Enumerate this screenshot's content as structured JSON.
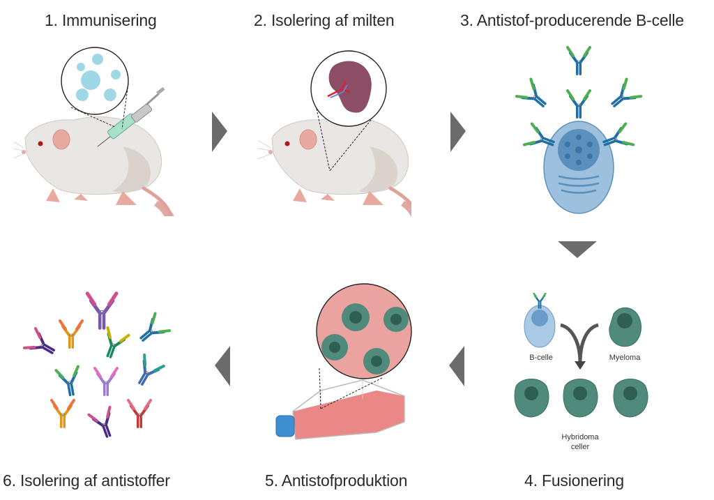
{
  "colors": {
    "arrow": "#6b6b6b",
    "mouse_body": "#e9e6e3",
    "mouse_pink": "#e8a9a0",
    "b_cell": "#9cc0dd",
    "b_cell_nucleus": "#5b8fbc",
    "myeloma": "#4f8a7c",
    "flask_medium": "#e87b7b",
    "flask_cap": "#3d8fd1",
    "zoom_bg_red": "#eba3a0"
  },
  "steps": [
    {
      "number": "1.",
      "label": "1.  Immunisering"
    },
    {
      "number": "2.",
      "label": "2. Isolering af milten"
    },
    {
      "number": "3.",
      "label": "3. Antistof-producerende B-celle"
    },
    {
      "number": "4.",
      "label": "4. Fusionering"
    },
    {
      "number": "5.",
      "label": "5. Antistofproduktion"
    },
    {
      "number": "6.",
      "label": "6. Isolering af antistoffer"
    }
  ],
  "fusion": {
    "b_cell_label": "B-celle",
    "myeloma_label": "Myeloma",
    "hybridoma_label_line1": "Hybridoma",
    "hybridoma_label_line2": "celler"
  }
}
